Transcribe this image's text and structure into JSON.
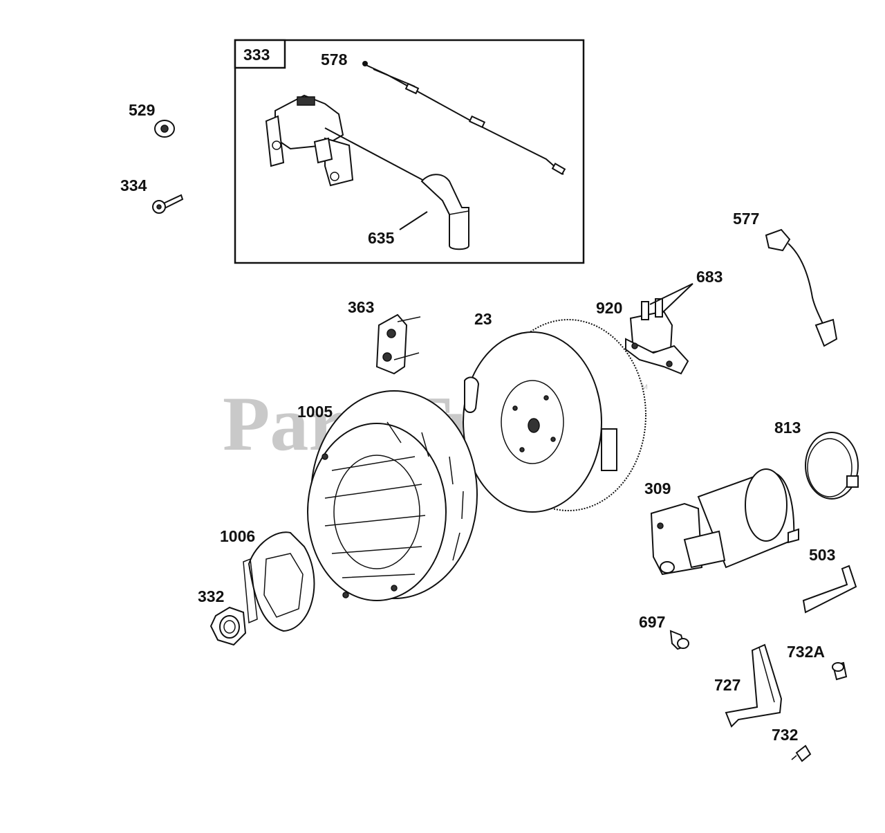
{
  "watermark": {
    "text": "PartsTree",
    "trademark": "™"
  },
  "labels": {
    "l333": "333",
    "l578": "578",
    "l529": "529",
    "l334": "334",
    "l635": "635",
    "l577": "577",
    "l683": "683",
    "l920": "920",
    "l363": "363",
    "l23": "23",
    "l1005": "1005",
    "l813": "813",
    "l309": "309",
    "l1006": "1006",
    "l503": "503",
    "l332": "332",
    "l697": "697",
    "l732A": "732A",
    "l727": "727",
    "l732": "732"
  }
}
